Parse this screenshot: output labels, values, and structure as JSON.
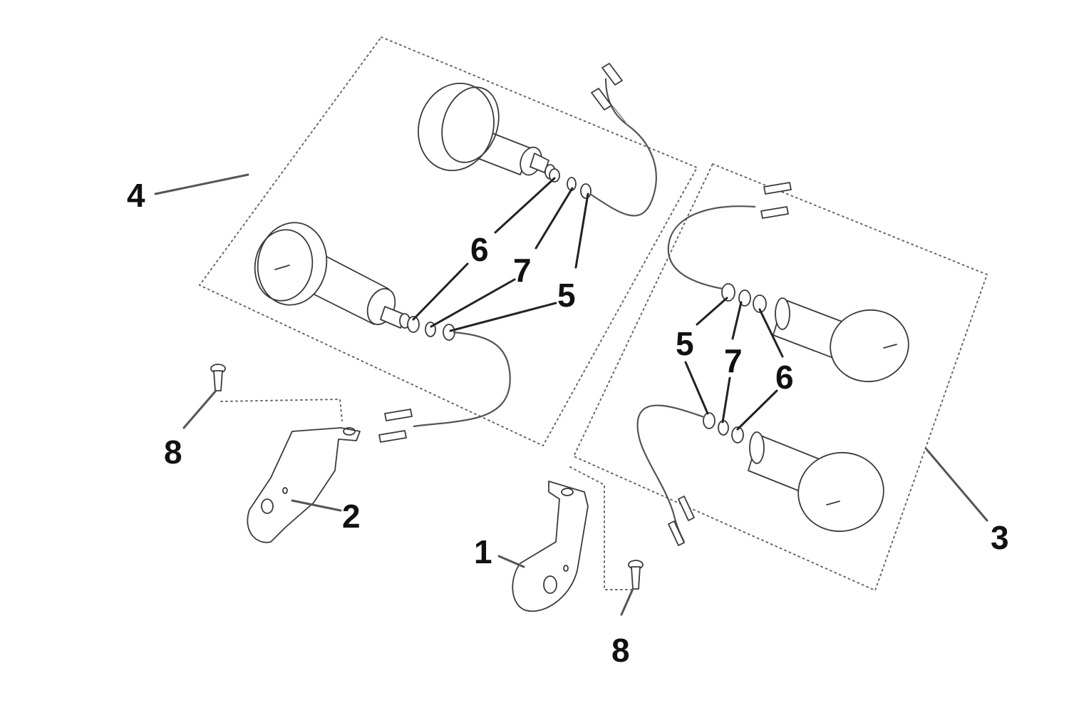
{
  "callouts": {
    "c1": "1",
    "c2": "2",
    "c3": "3",
    "c4": "4",
    "c5a": "5",
    "c5b": "5",
    "c6a": "6",
    "c6b": "6",
    "c7a": "7",
    "c7b": "7",
    "c8a": "8",
    "c8b": "8"
  }
}
